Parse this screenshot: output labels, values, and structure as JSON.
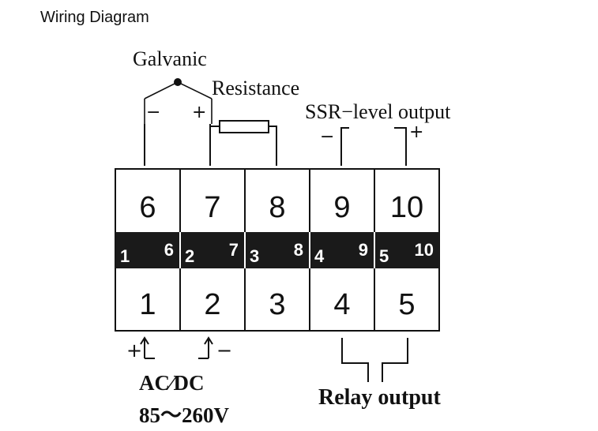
{
  "header": {
    "title": "Wiring Diagram"
  },
  "colors": {
    "ink": "#111111",
    "band": "#1a1a1a",
    "background": "#ffffff"
  },
  "labels": {
    "galvanic": "Galvanic",
    "resistance": "Resistance",
    "ssr_level_output": "SSR−level output",
    "ac_dc": "AC∕DC",
    "voltage_range": "85～260V",
    "relay_output": "Relay output"
  },
  "signs": {
    "galvanic_minus": "−",
    "galvanic_plus": "+",
    "ssr_minus": "−",
    "ssr_plus": "+",
    "power_plus": "+",
    "power_minus": "−"
  },
  "terminals": {
    "top": [
      "6",
      "7",
      "8",
      "9",
      "10"
    ],
    "bottom": [
      "1",
      "2",
      "3",
      "4",
      "5"
    ],
    "band": [
      {
        "left": "1",
        "right": "6"
      },
      {
        "left": "2",
        "right": "7"
      },
      {
        "left": "3",
        "right": "8"
      },
      {
        "left": "4",
        "right": "9"
      },
      {
        "left": "5",
        "right": "10"
      }
    ]
  }
}
